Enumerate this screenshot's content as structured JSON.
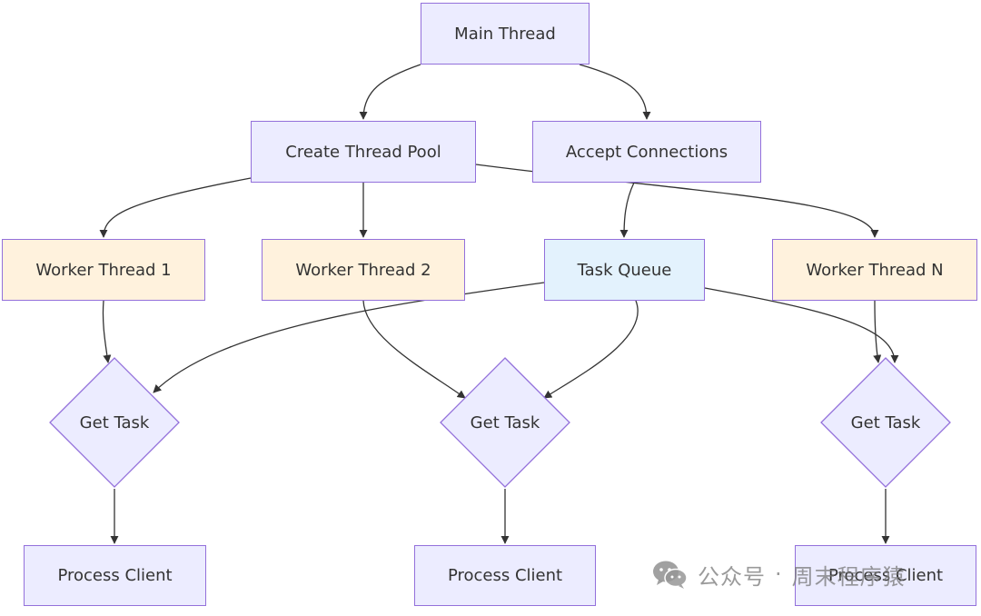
{
  "diagram": {
    "nodes": {
      "main_thread": "Main Thread",
      "create_pool": "Create Thread Pool",
      "accept_conn": "Accept Connections",
      "worker_1": "Worker Thread 1",
      "worker_2": "Worker Thread 2",
      "task_queue": "Task Queue",
      "worker_n": "Worker Thread N",
      "get_task_1": "Get Task",
      "get_task_2": "Get Task",
      "get_task_3": "Get Task",
      "process_1": "Process Client",
      "process_2": "Process Client",
      "process_3": "Process Client"
    },
    "edges": [
      {
        "from": "main_thread",
        "to": "create_pool"
      },
      {
        "from": "main_thread",
        "to": "accept_conn"
      },
      {
        "from": "create_pool",
        "to": "worker_1"
      },
      {
        "from": "create_pool",
        "to": "worker_2"
      },
      {
        "from": "create_pool",
        "to": "worker_n"
      },
      {
        "from": "accept_conn",
        "to": "task_queue"
      },
      {
        "from": "worker_1",
        "to": "get_task_1"
      },
      {
        "from": "worker_2",
        "to": "get_task_2"
      },
      {
        "from": "worker_n",
        "to": "get_task_3"
      },
      {
        "from": "task_queue",
        "to": "get_task_1"
      },
      {
        "from": "task_queue",
        "to": "get_task_2"
      },
      {
        "from": "task_queue",
        "to": "get_task_3"
      },
      {
        "from": "get_task_1",
        "to": "process_1"
      },
      {
        "from": "get_task_2",
        "to": "process_2"
      },
      {
        "from": "get_task_3",
        "to": "process_3"
      }
    ],
    "colors": {
      "default_fill": "#ECECFF",
      "worker_fill": "#FFF2DD",
      "queue_fill": "#E3F2FD",
      "stroke": "#9370DB",
      "edge": "#333333"
    }
  },
  "watermark": {
    "icon": "wechat-icon",
    "text": "公众号",
    "separator": "·",
    "account": "周末程序猿"
  }
}
